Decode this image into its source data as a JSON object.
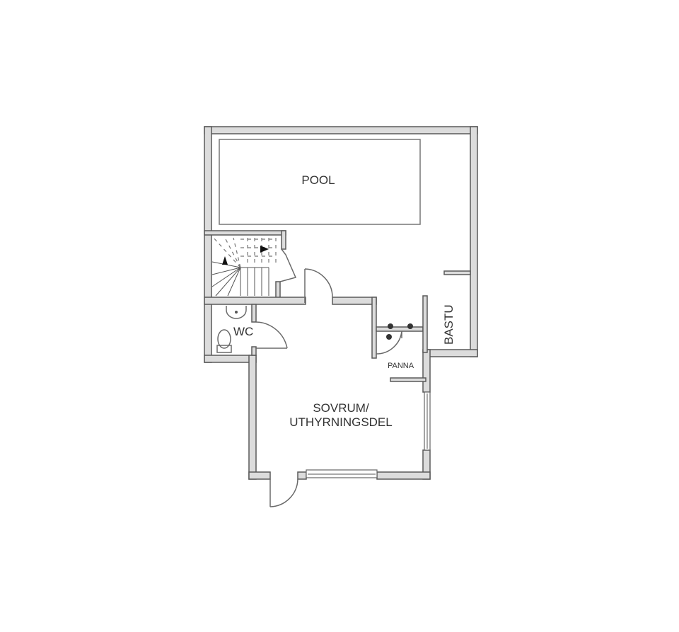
{
  "floorplan": {
    "rooms": [
      {
        "id": "pool",
        "label": "POOL"
      },
      {
        "id": "wc",
        "label": "WC"
      },
      {
        "id": "bastu",
        "label": "BASTU"
      },
      {
        "id": "panna",
        "label": "PANNA"
      },
      {
        "id": "sovrum",
        "label_line1": "SOVRUM/",
        "label_line2": "UTHYRNINGSDEL"
      }
    ],
    "colors": {
      "wall_fill": "#dcdcdc",
      "wall_stroke": "#5a5a5a",
      "background": "#ffffff"
    }
  }
}
